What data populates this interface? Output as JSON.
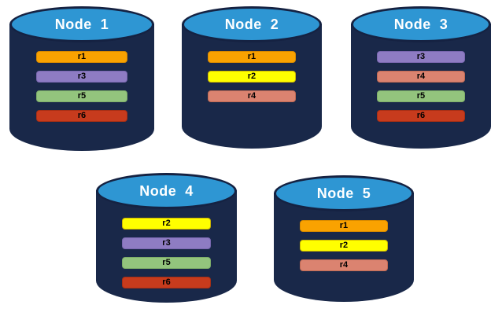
{
  "diagram": {
    "background": "#ffffff",
    "cylinder": {
      "body_color": "#192849",
      "top_color": "#2E96D3",
      "outline_color": "#152242",
      "title_color": "#ffffff"
    },
    "nodes": [
      {
        "title": "Node  1",
        "replicas": [
          {
            "label": "r1",
            "color": "#F9A201",
            "border": "#D88A00"
          },
          {
            "label": "r3",
            "color": "#8E7CC3",
            "border": "#7A68B0"
          },
          {
            "label": "r5",
            "color": "#93C47D",
            "border": "#7EAE69"
          },
          {
            "label": "r6",
            "color": "#C73B1D",
            "border": "#A82F15"
          }
        ]
      },
      {
        "title": "Node  2",
        "replicas": [
          {
            "label": "r1",
            "color": "#F9A201",
            "border": "#D88A00"
          },
          {
            "label": "r2",
            "color": "#FFFF00",
            "border": "#CDB700"
          },
          {
            "label": "r4",
            "color": "#DB8370",
            "border": "#C06A54"
          }
        ]
      },
      {
        "title": "Node  3",
        "replicas": [
          {
            "label": "r3",
            "color": "#8E7CC3",
            "border": "#7A68B0"
          },
          {
            "label": "r4",
            "color": "#DB8370",
            "border": "#C06A54"
          },
          {
            "label": "r5",
            "color": "#93C47D",
            "border": "#7EAE69"
          },
          {
            "label": "r6",
            "color": "#C73B1D",
            "border": "#A82F15"
          }
        ]
      },
      {
        "title": "Node  4",
        "replicas": [
          {
            "label": "r2",
            "color": "#FFFF00",
            "border": "#CDB700"
          },
          {
            "label": "r3",
            "color": "#8E7CC3",
            "border": "#7A68B0"
          },
          {
            "label": "r5",
            "color": "#93C47D",
            "border": "#7EAE69"
          },
          {
            "label": "r6",
            "color": "#C73B1D",
            "border": "#A82F15"
          }
        ]
      },
      {
        "title": "Node  5",
        "replicas": [
          {
            "label": "r1",
            "color": "#F9A201",
            "border": "#D88A00"
          },
          {
            "label": "r2",
            "color": "#FFFF00",
            "border": "#CDB700"
          },
          {
            "label": "r4",
            "color": "#DB8370",
            "border": "#C06A54"
          }
        ]
      }
    ]
  }
}
